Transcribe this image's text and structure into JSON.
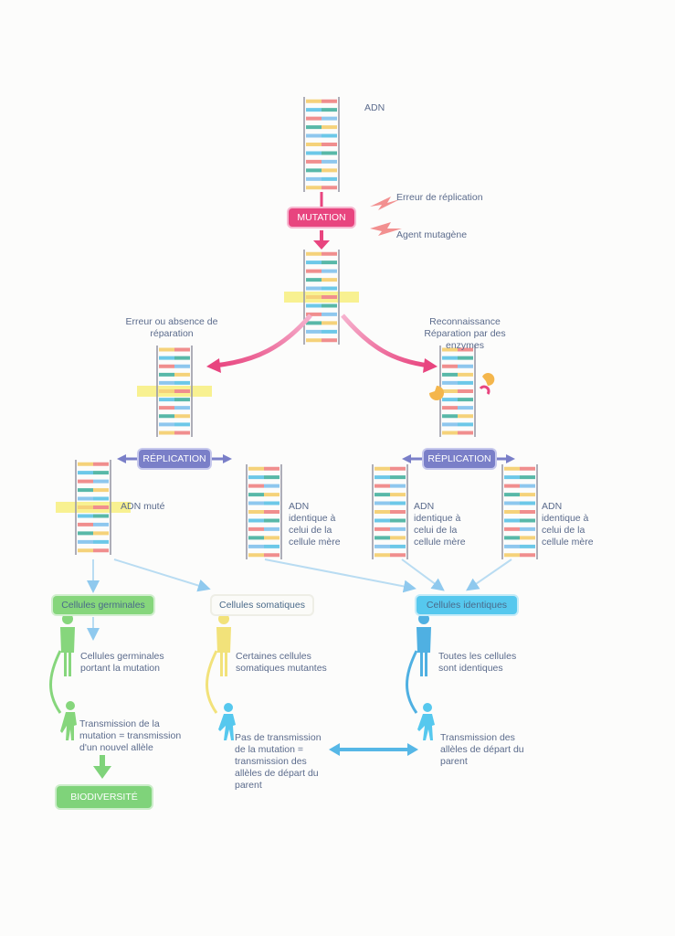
{
  "labels": {
    "adn_top": "ADN",
    "erreur_replication": "Erreur de réplication",
    "agent_mutagene": "Agent mutagène",
    "mutation": "MUTATION",
    "erreur_absence": "Erreur ou absence de réparation",
    "reconnaissance": "Reconnaissance Réparation par des enzymes",
    "replication_left": "RÉPLICATION",
    "replication_right": "RÉPLICATION",
    "adn_mute": "ADN muté",
    "adn_identique_1": "ADN identique à celui de la cellule mère",
    "adn_identique_2": "ADN identique à celui de la cellule mère",
    "adn_identique_3": "ADN identique à celui de la cellule mère",
    "cellules_germinales": "Cellules germinales",
    "cellules_somatiques": "Cellules somatiques",
    "cellules_identiques": "Cellules identiques",
    "germinales_mutation": "Cellules germinales portant la mutation",
    "somatiques_mutantes": "Certaines cellules somatiques mutantes",
    "toutes_identiques": "Toutes les cellules sont identiques",
    "transmission_allele": "Transmission de la mutation = transmission d'un nouvel allèle",
    "pas_transmission": "Pas de transmission de la mutation = transmission des allèles de départ du parent",
    "transmission_depart": "Transmission des allèles de départ du parent",
    "biodiversite": "BIODIVERSITÉ"
  },
  "colors": {
    "magenta": "#e8457f",
    "violet": "#7a7fc8",
    "green": "#7fd37a",
    "yellow": "#f2e27a",
    "cyan": "#56c8ee",
    "highlight": "#f7ee7e",
    "rung_colors": [
      "#f5d27a",
      "#6cc8e8",
      "#f08e8e",
      "#58b8a8",
      "#8ec7ee"
    ]
  },
  "icons": [
    "lightning-icon",
    "enzyme-icon",
    "person-icon",
    "child-icon",
    "double-arrow-icon"
  ]
}
